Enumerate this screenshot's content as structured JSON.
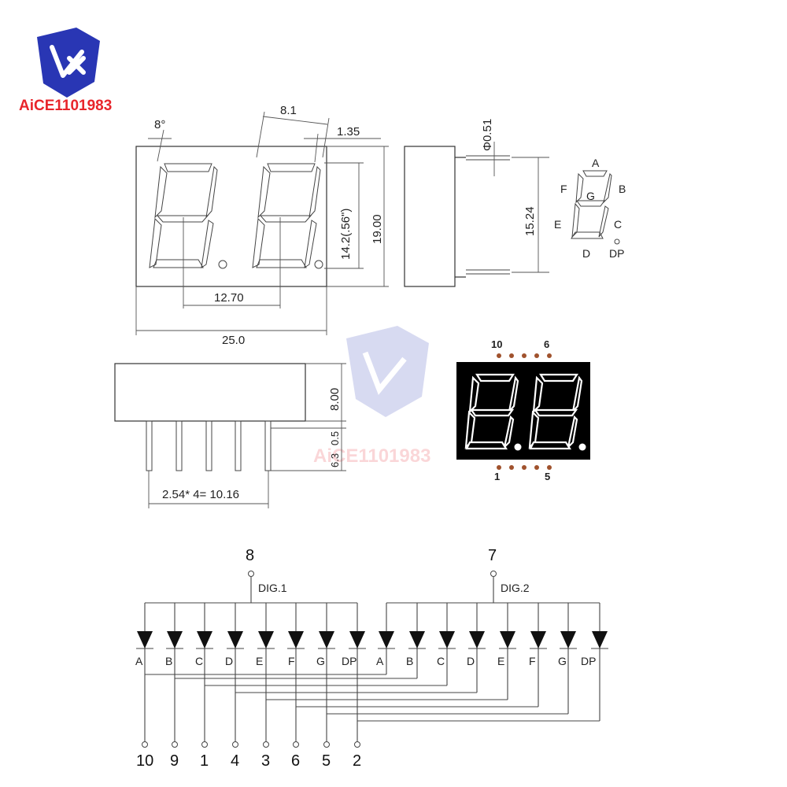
{
  "brand": {
    "text": "AiCE1101983",
    "color": "#e8252b",
    "badge_color": "#2936b4"
  },
  "front_view": {
    "angle": "8°",
    "seg_width": "8.1",
    "seg_thickness": "1.35",
    "digit_height": "14.2(.56\")",
    "height": "19.00",
    "digit_pitch": "12.70",
    "width": "25.0"
  },
  "side_view": {
    "pin_diameter": "Φ0.51",
    "pin_spacing": "15.24"
  },
  "segment_legend": [
    "A",
    "B",
    "C",
    "D",
    "E",
    "F",
    "G",
    "DP"
  ],
  "bottom_view": {
    "body_height": "8.00",
    "pin_length": "6.3",
    "pin_offset": "0.5",
    "pin_span": "2.54* 4= 10.16"
  },
  "photo": {
    "top_pins": [
      "10",
      "6"
    ],
    "bottom_pins": [
      "1",
      "5"
    ],
    "background": "#000000"
  },
  "schematic": {
    "digit1": {
      "pin": "8",
      "label": "DIG.1"
    },
    "digit2": {
      "pin": "7",
      "label": "DIG.2"
    },
    "diode_labels": [
      "A",
      "B",
      "C",
      "D",
      "E",
      "F",
      "G",
      "DP"
    ],
    "segment_pins": [
      "10",
      "9",
      "1",
      "4",
      "3",
      "6",
      "5",
      "2"
    ]
  }
}
